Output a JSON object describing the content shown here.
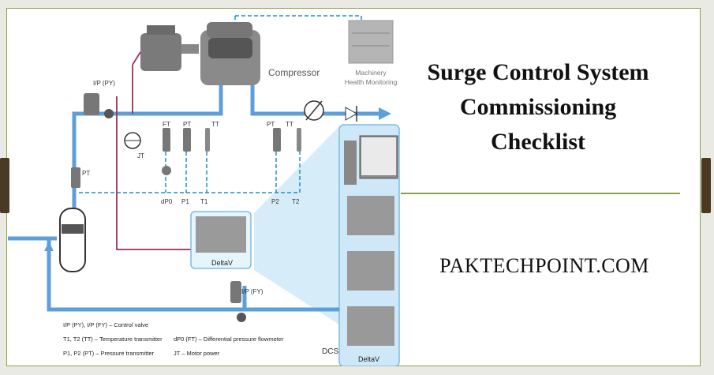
{
  "title": {
    "line1": "Surge Control System",
    "line2": "Commissioning",
    "line3": "Checklist"
  },
  "website": "PAKTECHPOINT.COM",
  "diagram": {
    "compressor_label": "Compressor",
    "mhm_line1": "Machinery",
    "mhm_line2": "Health Monitoring",
    "valve_py_label": "I/P (PY)",
    "valve_fy_label": "I/P (FY)",
    "jt_label": "JT",
    "pt_label": "PT",
    "ft_label": "FT",
    "tt_label": "TT",
    "dp0_label": "dP0",
    "p1_label": "P1",
    "t1_label": "T1",
    "p2_label": "P2",
    "t2_label": "T2",
    "deltav_label": "DeltaV",
    "dcs_label": "DCS",
    "legend": [
      "I/P (PY), I/P (FY) – Control valve",
      "T1, T2 (TT) – Temperature transmitter",
      "dP0 (FT) – Differential pressure flowmeter",
      "P1, P2 (PT) – Pressure transmitter",
      "JT – Motor power"
    ]
  },
  "colors": {
    "pipe": "#5d9fd8",
    "dashed": "#1f8fc0",
    "signal": "#9b2f5c",
    "equipment": "#6f6f6f",
    "accent_rule": "#8aa246",
    "panel": "#d9eefa"
  }
}
